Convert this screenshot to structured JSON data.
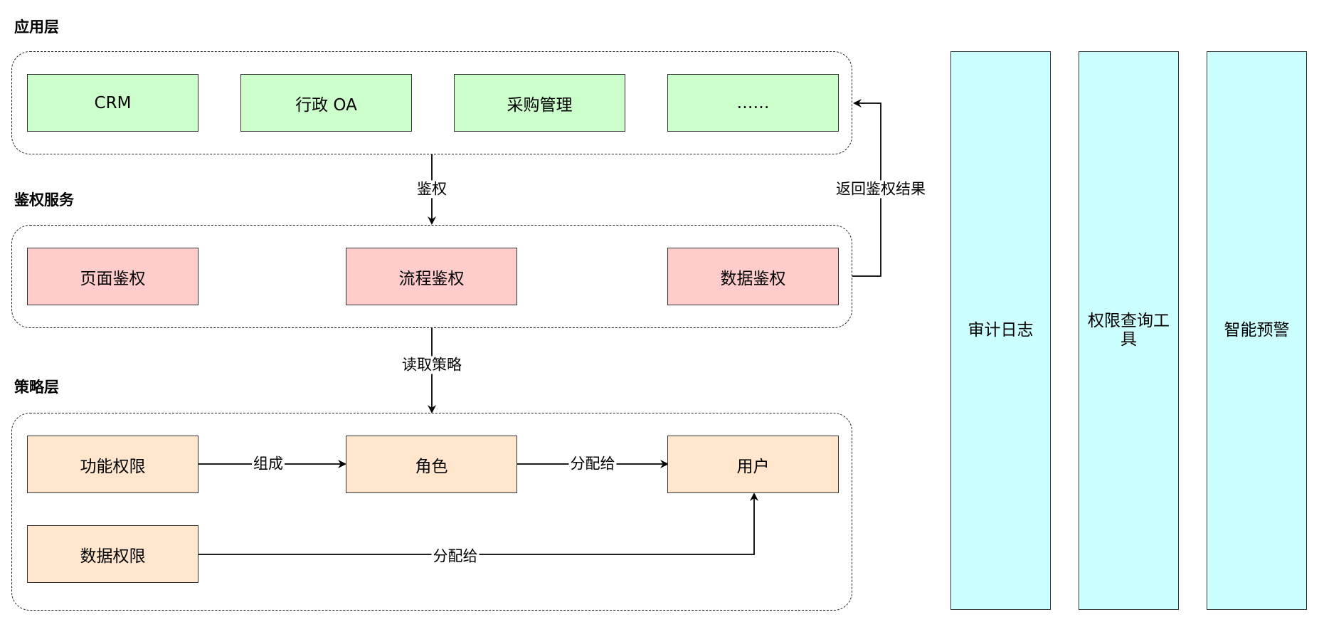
{
  "layers": {
    "app": {
      "title": "应用层",
      "nodes": [
        "CRM",
        "行政 OA",
        "采购管理",
        "……"
      ]
    },
    "auth": {
      "title": "鉴权服务",
      "nodes": [
        "页面鉴权",
        "流程鉴权",
        "数据鉴权"
      ]
    },
    "policy": {
      "title": "策略层",
      "nodes": [
        "功能权限",
        "角色",
        "用户",
        "数据权限"
      ]
    }
  },
  "side_panels": [
    "审计日志",
    "权限查询工具",
    "智能预警"
  ],
  "edges": {
    "app_to_auth": "鉴权",
    "auth_to_policy": "读取策略",
    "auth_return": "返回鉴权结果",
    "func_to_role": "组成",
    "role_to_user": "分配给",
    "data_to_user": "分配给"
  },
  "colors": {
    "app_fill": "#ccffcc",
    "auth_fill": "#ffcccc",
    "policy_fill": "#ffe6cc",
    "side_fill": "#ccffff",
    "stroke": "#000000"
  }
}
